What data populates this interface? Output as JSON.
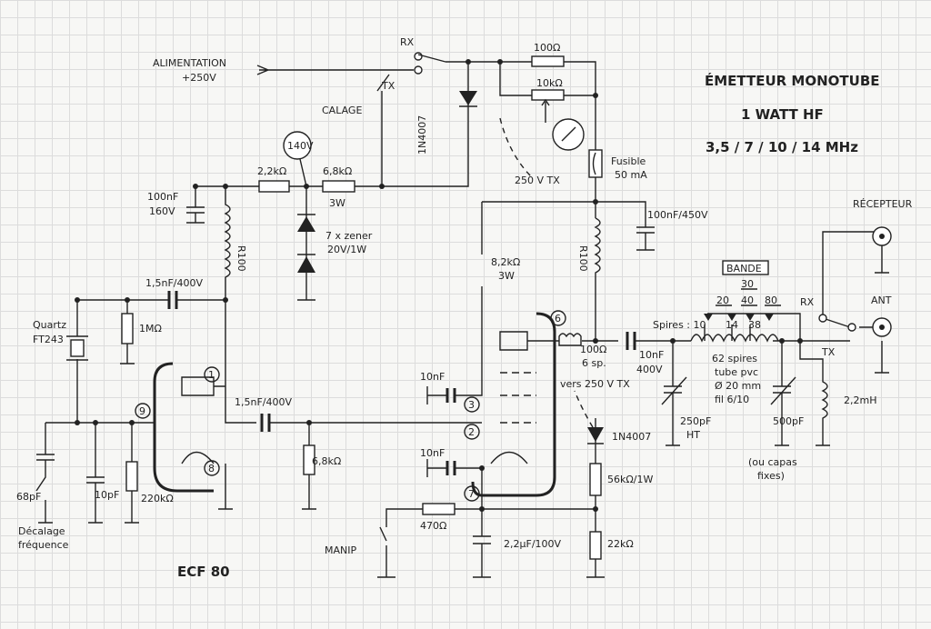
{
  "title": {
    "line1": "ÉMETTEUR MONOTUBE",
    "line2": "1 WATT HF",
    "line3": "3,5 / 7 / 10 / 14 MHz"
  },
  "tube": "ECF 80",
  "supply": {
    "label": "ALIMENTATION",
    "voltage": "+250V",
    "rx": "RX",
    "tx": "TX",
    "calage": "CALAGE",
    "diode": "1N4007",
    "r1": "100Ω",
    "r2": "10kΩ",
    "tx_voltage": "250 V TX",
    "fuse": "Fusible",
    "fuse_rating": "50 mA"
  },
  "regulator": {
    "meter": "140V",
    "r_a": "2,2kΩ",
    "r_b": "6,8kΩ",
    "r_b_power": "3W",
    "cap": "100nF",
    "cap_v": "160V",
    "zener": "7 x zener",
    "zener_rating": "20V/1W",
    "choke": "R100"
  },
  "oscillator": {
    "coupling": "1,5nF/400V",
    "r_grid": "1MΩ",
    "quartz": "Quartz",
    "quartz_type": "FT243",
    "c68": "68pF",
    "c10": "10pF",
    "r220": "220kΩ",
    "shift1": "Décalage",
    "shift2": "fréquence",
    "coupling2": "1,5nF/400V",
    "r68": "6,8kΩ"
  },
  "pins": {
    "p1": "1",
    "p9": "9",
    "p8": "8",
    "p3": "3",
    "p2": "2",
    "p7": "7",
    "p6": "6"
  },
  "pentode": {
    "r82": "8,2kΩ",
    "r82_power": "3W",
    "choke": "R100",
    "c_dec": "100nF/450V",
    "c_g2": "10nF",
    "c_k": "10nF",
    "sup_r": "100Ω",
    "sup_turns": "6 sp.",
    "cap_out": "10nF",
    "cap_out_v": "400V",
    "vers": "vers 250 V TX",
    "diode": "1N4007",
    "r56": "56kΩ/1W",
    "r470": "470Ω",
    "c22": "2,2µF/100V",
    "r22": "22kΩ",
    "manip": "MANIP"
  },
  "tank": {
    "bande": "BANDE",
    "b30": "30",
    "b20": "20",
    "b40": "40",
    "b80": "80",
    "spires": "Spires : 10",
    "s14": "14",
    "s38": "38",
    "coil1": "62 spires",
    "coil2": "tube pvc",
    "coil3": "Ø 20 mm",
    "coil4": "fil 6/10",
    "c250": "250pF",
    "c250b": "HT",
    "c500": "500pF",
    "fixed1": "(ou capas",
    "fixed2": "fixes)",
    "choke": "2,2mH"
  },
  "output": {
    "receiver": "RÉCEPTEUR",
    "ant": "ANT",
    "rx": "RX",
    "tx": "TX"
  }
}
